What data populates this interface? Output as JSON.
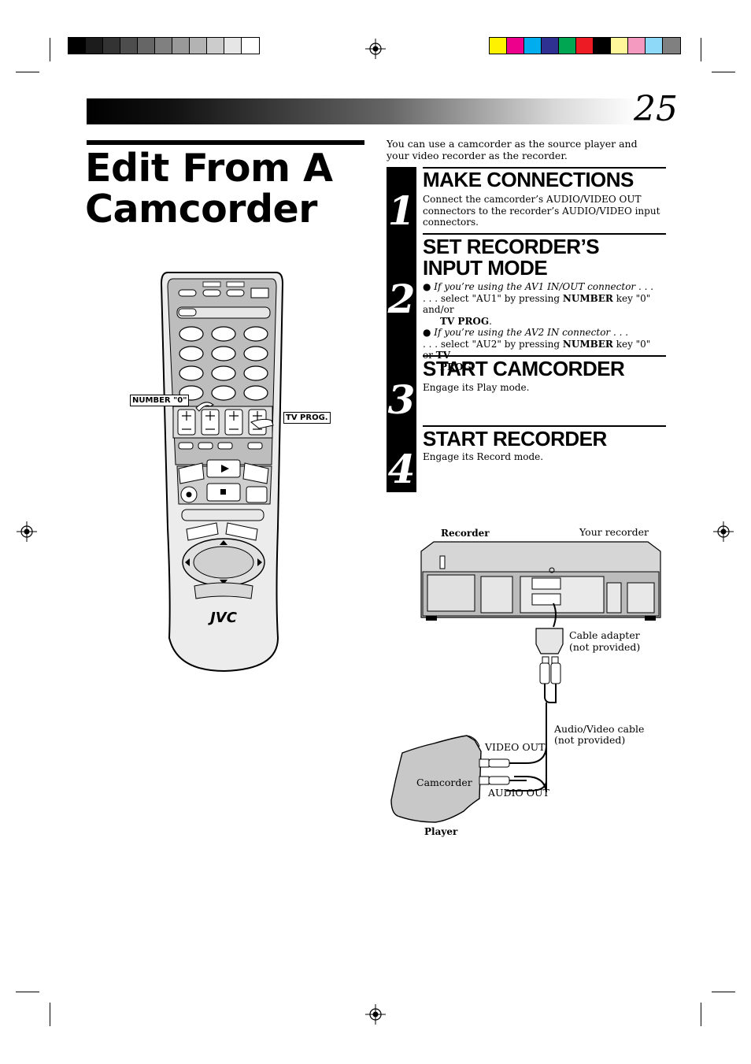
{
  "page": {
    "number": "25",
    "title": "Edit From A Camcorder"
  },
  "intro": "You can use a camcorder as the source player and your video recorder as the recorder.",
  "steps": [
    {
      "number": "1",
      "heading": "MAKE CONNECTIONS",
      "text": "Connect the camcorder’s AUDIO/VIDEO OUT connectors to the recorder’s AUDIO/VIDEO input connectors."
    },
    {
      "number": "2",
      "heading": "SET RECORDER’S INPUT MODE",
      "bullet1_italic": "If you’re using the AV1 IN/OUT connector . . .",
      "line1_pre": ". . . select \"AU1\" by pressing ",
      "line1_key1": "NUMBER",
      "line1_mid": " key \"0\" and/or",
      "line1_key2": "TV PROG",
      "line1_end": ".",
      "bullet2_italic": "If you’re using the AV2 IN connector . . .",
      "line2_pre": ". . . select \"AU2\" by pressing ",
      "line2_key1": "NUMBER",
      "line2_mid": " key \"0\" or ",
      "line2_key2a": "TV",
      "line2_key2b": "PROG",
      "line2_end": "."
    },
    {
      "number": "3",
      "heading": "START CAMCORDER",
      "text": "Engage its Play mode."
    },
    {
      "number": "4",
      "heading": "START RECORDER",
      "text": "Engage its Record mode."
    }
  ],
  "remote": {
    "callout_number": "NUMBER \"0\"",
    "callout_tvprog": "TV PROG.",
    "brand": "JVC"
  },
  "diagram": {
    "recorder_label": "Recorder",
    "your_recorder": "Your recorder",
    "cable_adapter_1": "Cable adapter",
    "cable_adapter_2": "(not provided)",
    "av_cable_1": "Audio/Video cable",
    "av_cable_2": "(not provided)",
    "video_out": "VIDEO OUT",
    "audio_out": "AUDIO OUT",
    "camcorder": "Camcorder",
    "player_label": "Player"
  },
  "colors": {
    "gray_bars": [
      "#000000",
      "#1c1c1c",
      "#333333",
      "#4d4d4d",
      "#666666",
      "#808080",
      "#999999",
      "#b3b3b3",
      "#cccccc",
      "#e6e6e6",
      "#ffffff"
    ],
    "color_bars": [
      "#fff200",
      "#ec008c",
      "#00aeef",
      "#2e3192",
      "#00a651",
      "#ed1c24",
      "#000000",
      "#fff799",
      "#f49ac1",
      "#8ed8f8",
      "#808080"
    ]
  }
}
